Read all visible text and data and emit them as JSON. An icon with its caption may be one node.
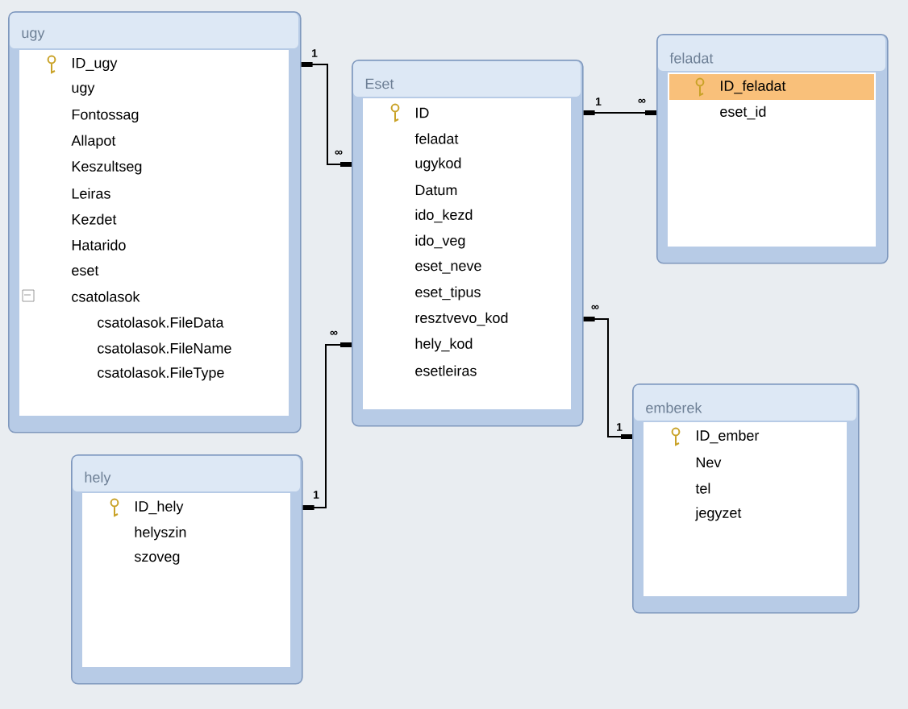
{
  "diagram": {
    "nodes": [
      {
        "text": [
          "ugy",
          "ID_ugy",
          "ugy",
          "Fontossag",
          "Allapot",
          "Keszultseg",
          "Leiras",
          "Kezdet",
          "Hatarido",
          "eset",
          "csatolasok",
          "csatolasok.FileData",
          "csatolasok.FileName",
          "csatolasok.FileType"
        ]
      },
      {
        "text": [
          "Eset",
          "ID",
          "feladat",
          "ugykod",
          "Datum",
          "ido_kezd",
          "ido_veg",
          "eset_neve",
          "eset_tipus",
          "resztvevo_kod",
          "hely_kod",
          "esetleiras"
        ]
      },
      {
        "text": [
          "feladat",
          "ID_feladat",
          "eset_id"
        ]
      },
      {
        "text": [
          "emberek",
          "ID_ember",
          "Nev",
          "tel",
          "jegyzet"
        ]
      },
      {
        "text": [
          "hely",
          "ID_hely",
          "helyszin",
          "szoveg"
        ]
      }
    ],
    "edges": [
      {
        "from": 0,
        "to": 1,
        "arrow": "other"
      },
      {
        "from": 1,
        "to": 2,
        "arrow": "other"
      },
      {
        "from": 4,
        "to": 1,
        "arrow": "other"
      },
      {
        "from": 3,
        "to": 1,
        "arrow": "other"
      }
    ],
    "labels": [
      "1",
      "1",
      "∞",
      "∞",
      "∞",
      "∞",
      "1",
      "1"
    ]
  }
}
